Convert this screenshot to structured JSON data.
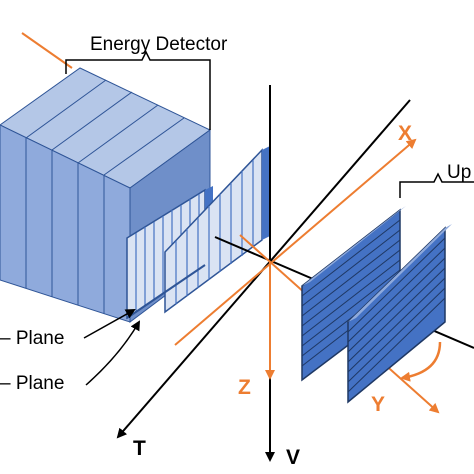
{
  "labels": {
    "energy_detector": "Energy Detector",
    "upstream_partial": "Up",
    "plane_upper": "– Plane",
    "plane_lower": "– Plane"
  },
  "axes": {
    "x": "X",
    "y": "Y",
    "z": "Z",
    "t": "T",
    "v": "V"
  },
  "colors": {
    "beam": "#ED7D31",
    "detector_face": "#8FAADC",
    "detector_side": "#6F8FC9",
    "detector_top": "#B4C7E7",
    "detector_edge": "#2F5597",
    "strip_plane": "#4472C4",
    "strip_plane_light": "#DAE3F3",
    "axis": "#000000"
  }
}
